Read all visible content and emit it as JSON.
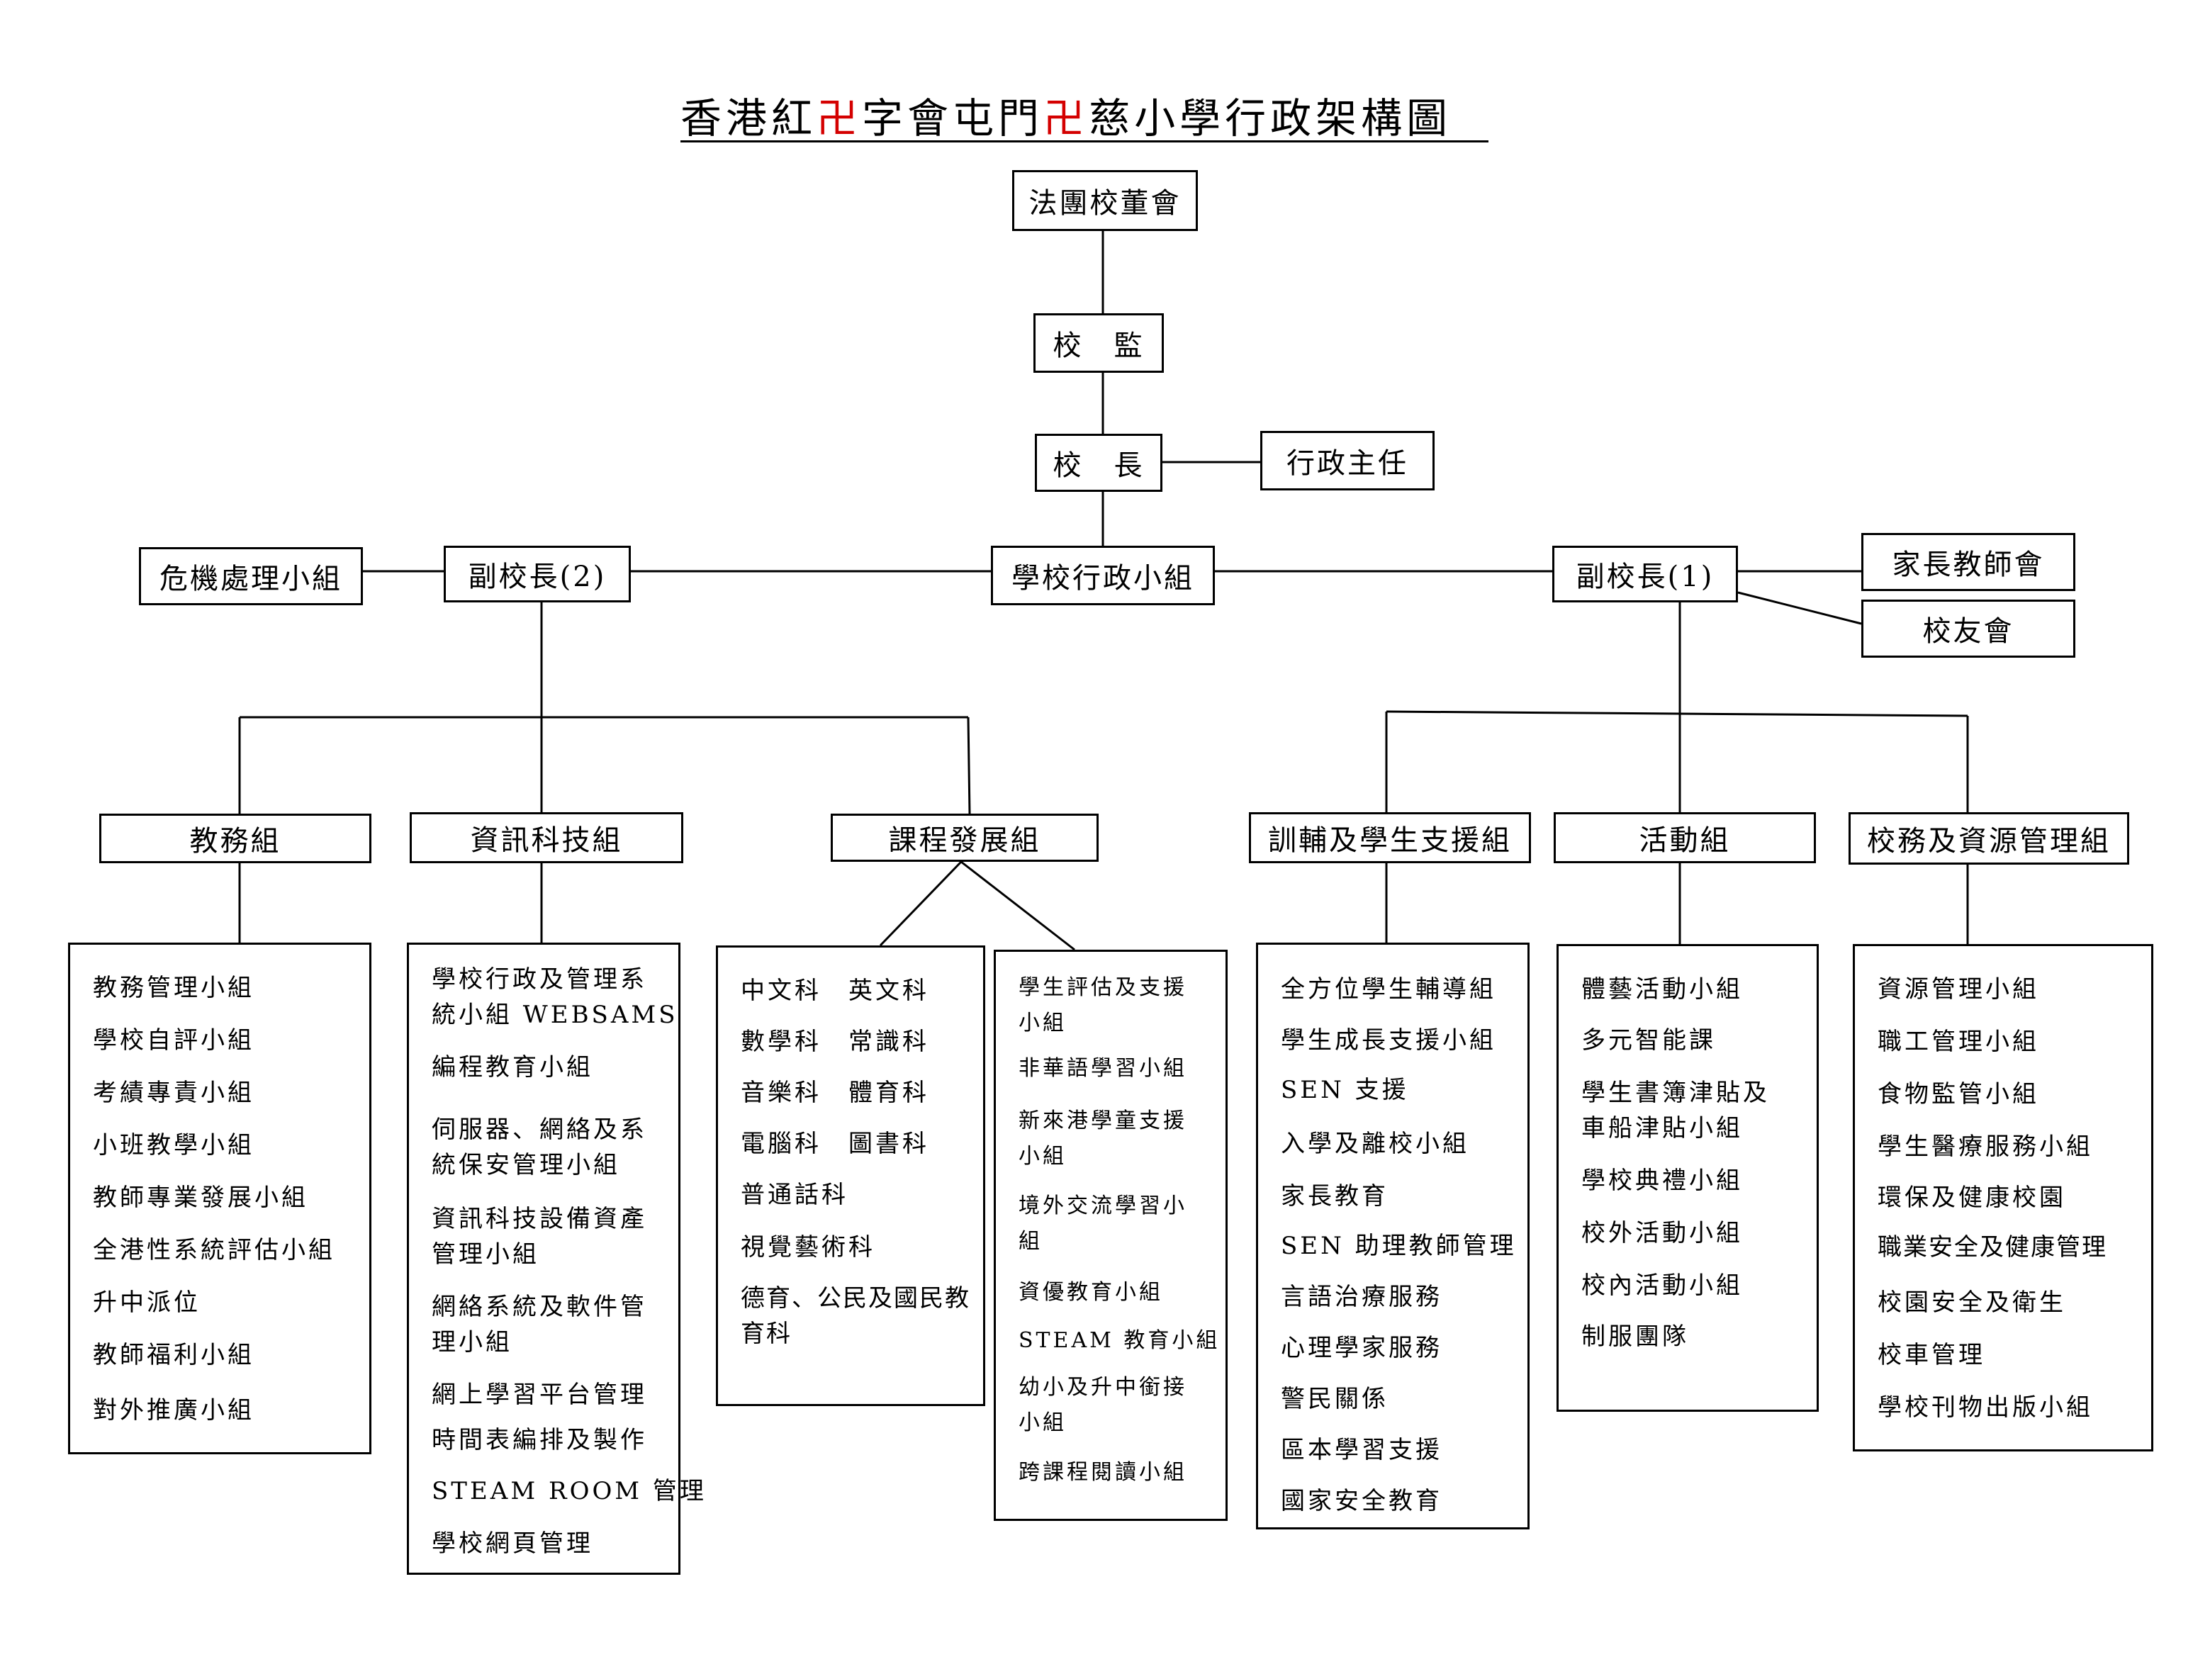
{
  "title": {
    "part1": "香港紅",
    "swastika1": "卍",
    "part2": "字會屯門",
    "swastika2": "卍",
    "part3": "慈小學行政架構圖"
  },
  "colors": {
    "swastika": "#d40000",
    "line": "#000000"
  },
  "nodes": {
    "board": "法團校董會",
    "supervisor": "校　監",
    "principal": "校　長",
    "admin_director": "行政主任",
    "admin_team": "學校行政小組",
    "vice_principal_2": "副校長(2)",
    "vice_principal_1": "副校長(1)",
    "crisis_team": "危機處理小組",
    "pta": "家長教師會",
    "alumni": "校友會"
  },
  "departments": {
    "academic": {
      "label": "教務組",
      "items": [
        "教務管理小組",
        "學校自評小組",
        "考績專責小組",
        "小班教學小組",
        "教師專業發展小組",
        "全港性系統評估小組",
        "升中派位",
        "教師福利小組",
        "對外推廣小組"
      ]
    },
    "it": {
      "label": "資訊科技組",
      "items": [
        "學校行政及管理系\n統小組 WEBSAMS",
        "編程教育小組",
        "伺服器、網絡及系\n統保安管理小組",
        "資訊科技設備資產\n管理小組",
        "網絡系統及軟件管\n理小組",
        "網上學習平台管理",
        "時間表編排及製作",
        "STEAM ROOM 管理",
        "學校網頁管理"
      ]
    },
    "curriculum": {
      "label": "課程發展組",
      "subjects": [
        "中文科　英文科",
        "數學科　常識科",
        "音樂科　體育科",
        "電腦科　圖書科",
        "普通話科",
        "視覺藝術科",
        "德育、公民及國民教\n育科"
      ],
      "groups": [
        "學生評估及支援\n小組",
        "非華語學習小組",
        "新來港學童支援\n小組",
        "境外交流學習小\n組",
        "資優教育小組",
        "STEAM 教育小組",
        "幼小及升中銜接\n小組",
        "跨課程閱讀小組"
      ]
    },
    "guidance": {
      "label": "訓輔及學生支援組",
      "items": [
        "全方位學生輔導組",
        "學生成長支援小組",
        "SEN 支援",
        "入學及離校小組",
        "家長教育",
        "SEN 助理教師管理",
        "言語治療服務",
        "心理學家服務",
        "警民關係",
        "區本學習支援",
        "國家安全教育"
      ]
    },
    "activities": {
      "label": "活動組",
      "items": [
        "體藝活動小組",
        "多元智能課",
        "學生書簿津貼及\n車船津貼小組",
        "學校典禮小組",
        "校外活動小組",
        "校內活動小組",
        "制服團隊"
      ]
    },
    "resources": {
      "label": "校務及資源管理組",
      "items": [
        "資源管理小組",
        "職工管理小組",
        "食物監管小組",
        "學生醫療服務小組",
        "環保及健康校園",
        "職業安全及健康管理",
        "校園安全及衛生",
        "校車管理",
        "學校刊物出版小組"
      ]
    }
  }
}
